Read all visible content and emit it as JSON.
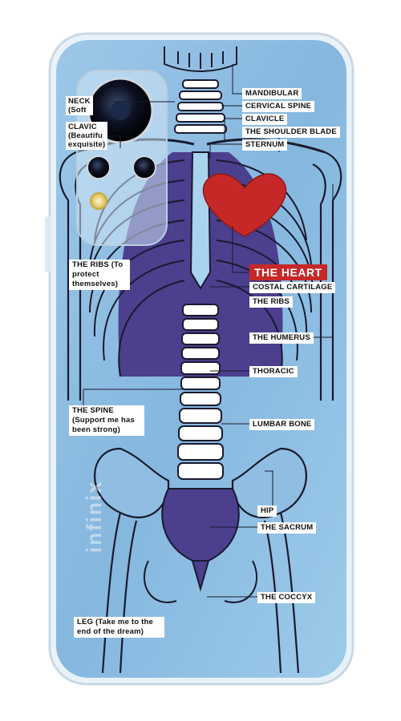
{
  "brand_text": "infinix",
  "colors": {
    "case_blue": "#8fbee2",
    "spine_purple": "#4b3f8e",
    "heart_red": "#c62828",
    "outline": "#1a1a2e"
  },
  "labels": {
    "left": {
      "neck_title": "NECK",
      "neck_sub": "(Soft",
      "clavicle_title": "CLAVIC",
      "clavicle_sub1": "(Beautifu",
      "clavicle_sub2": "exquisite)",
      "ribs_text": "THE RIBS (To protect themselves)",
      "spine_text": "THE SPINE (Support me has been strong)",
      "leg_text": "LEG (Take me to the end of the dream)"
    },
    "right": {
      "mandibular": "MANDIBULAR",
      "cervical_spine": "CERVICAL SPINE",
      "clavicle": "CLAVICLE",
      "shoulder_blade": "THE SHOULDER BLADE",
      "sternum": "STERNUM",
      "heart": "THE HEART",
      "costal_cartilage": "COSTAL CARTILAGE",
      "the_ribs": "THE RIBS",
      "humerus": "THE HUMERUS",
      "thoracic": "THORACIC",
      "lumbar_bone": "LUMBAR BONE",
      "hip": "HIP",
      "sacrum": "THE SACRUM",
      "coccyx": "THE COCCYX"
    }
  }
}
